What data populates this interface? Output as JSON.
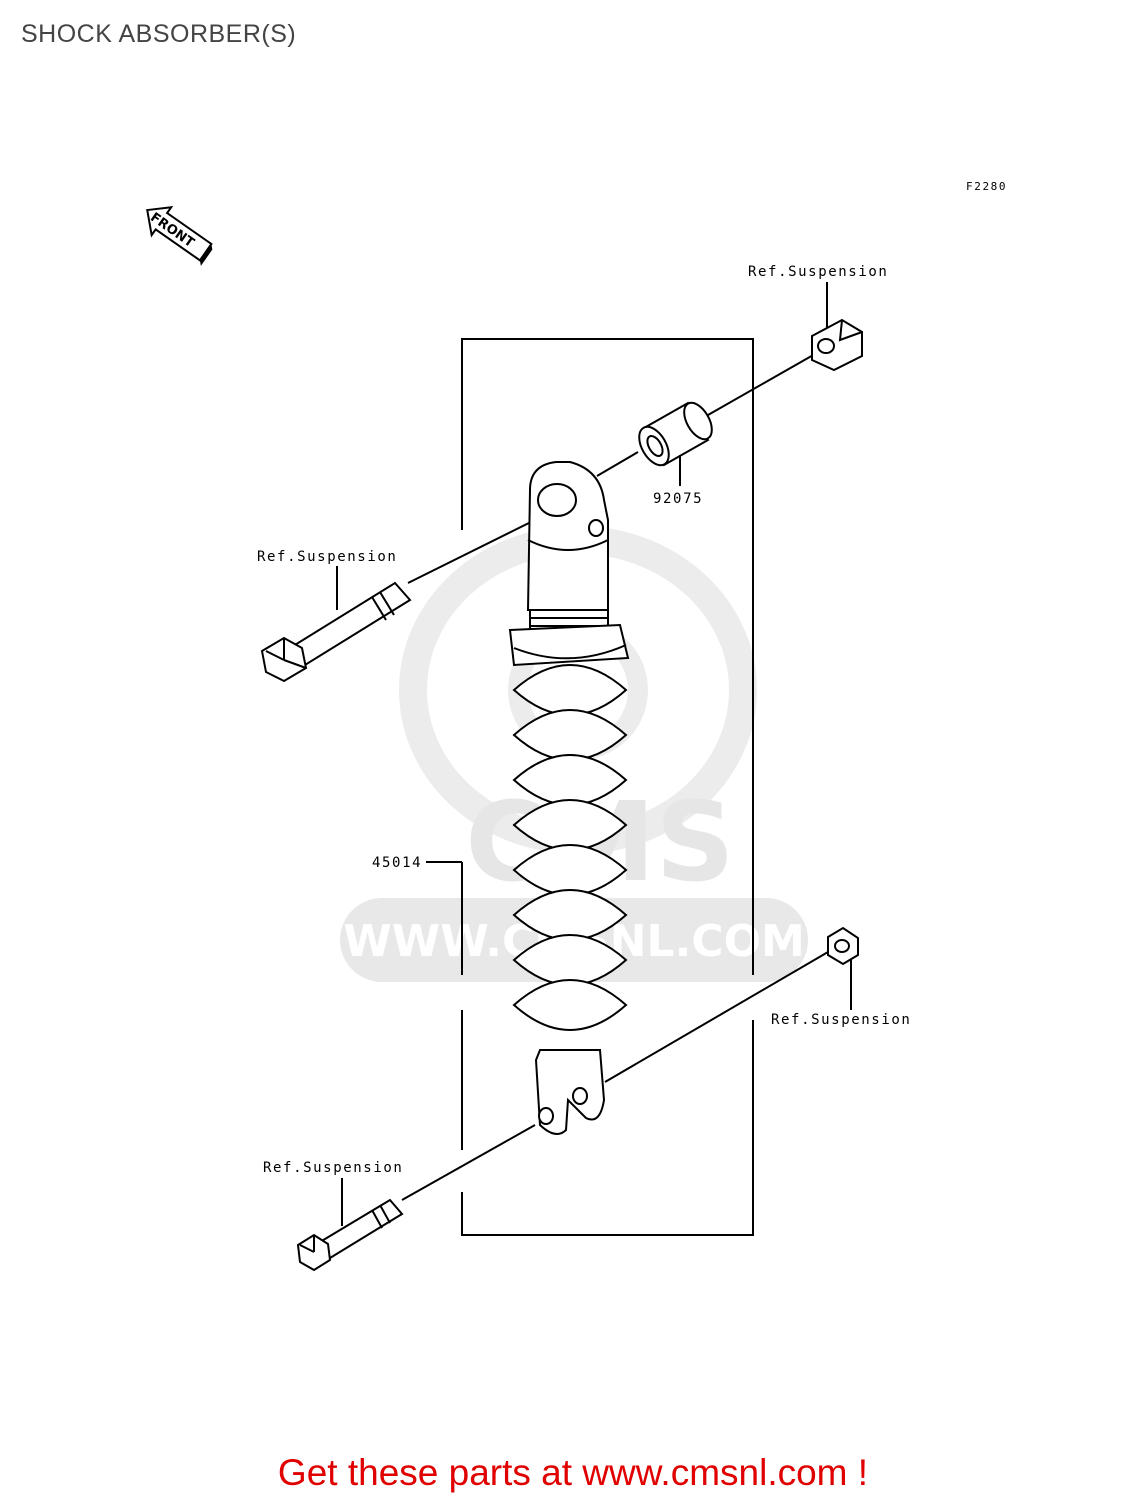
{
  "title": "SHOCK ABSORBER(S)",
  "figure_code": "F2280",
  "front_label": "FRONT",
  "watermark": {
    "text": "WWW.CMSNL.COM",
    "logo_text": "CMS"
  },
  "callouts": {
    "ref_top_right": "Ref.Suspension",
    "part_collar": "92075",
    "ref_upper_bolt": "Ref.Suspension",
    "part_shock": "45014",
    "ref_nut": "Ref.Suspension",
    "ref_lower_bolt": "Ref.Suspension"
  },
  "footer": {
    "text": "Get these parts at www.cmsnl.com !"
  },
  "colors": {
    "footer": "#e00000",
    "line": "#000000",
    "watermark": "#e6e6e6"
  }
}
